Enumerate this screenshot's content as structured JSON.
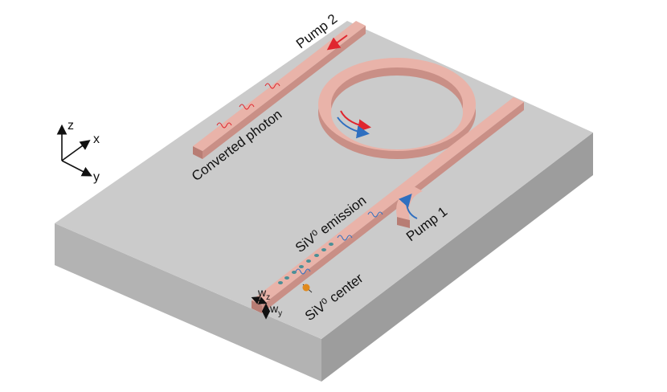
{
  "labels": {
    "pump2": "Pump 2",
    "pump1": "Pump 1",
    "converted_photon": "Converted photon",
    "siv_emission": "SiV⁰ emission",
    "siv_center": "SiV⁰ center",
    "w_main": "w",
    "w_z_sub": "z",
    "w_y_main": "w",
    "w_y_sub": "y"
  },
  "axes": {
    "z": "z",
    "x": "x",
    "y": "y"
  },
  "colors": {
    "substrate_top": "#cbcbcb",
    "substrate_left": "#b3b3b3",
    "substrate_right": "#9d9d9d",
    "waveguide_top": "#e9b3a9",
    "waveguide_side": "#c98f86",
    "waveguide_side_dark": "#b87d74",
    "red_arrow": "#e0262e",
    "blue_arrow": "#2f6fc0",
    "emitter_dots": "#4a8f96",
    "atom_orange": "#e08a1e"
  }
}
